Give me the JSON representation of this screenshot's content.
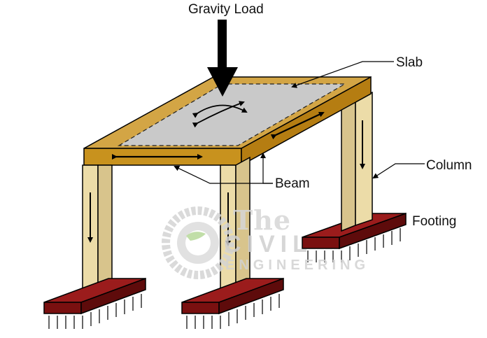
{
  "labels": {
    "gravity_load": "Gravity Load",
    "slab": "Slab",
    "column": "Column",
    "beam": "Beam",
    "footing": "Footing"
  },
  "watermark": {
    "line1": "The",
    "line2": "CIVIL",
    "line3": "ENGINEERING"
  },
  "colors": {
    "beam": "#c8921e",
    "slab": "#c4c4c4",
    "column": "#ecdca8",
    "footing": "#8c1414",
    "arrow": "#000000"
  }
}
